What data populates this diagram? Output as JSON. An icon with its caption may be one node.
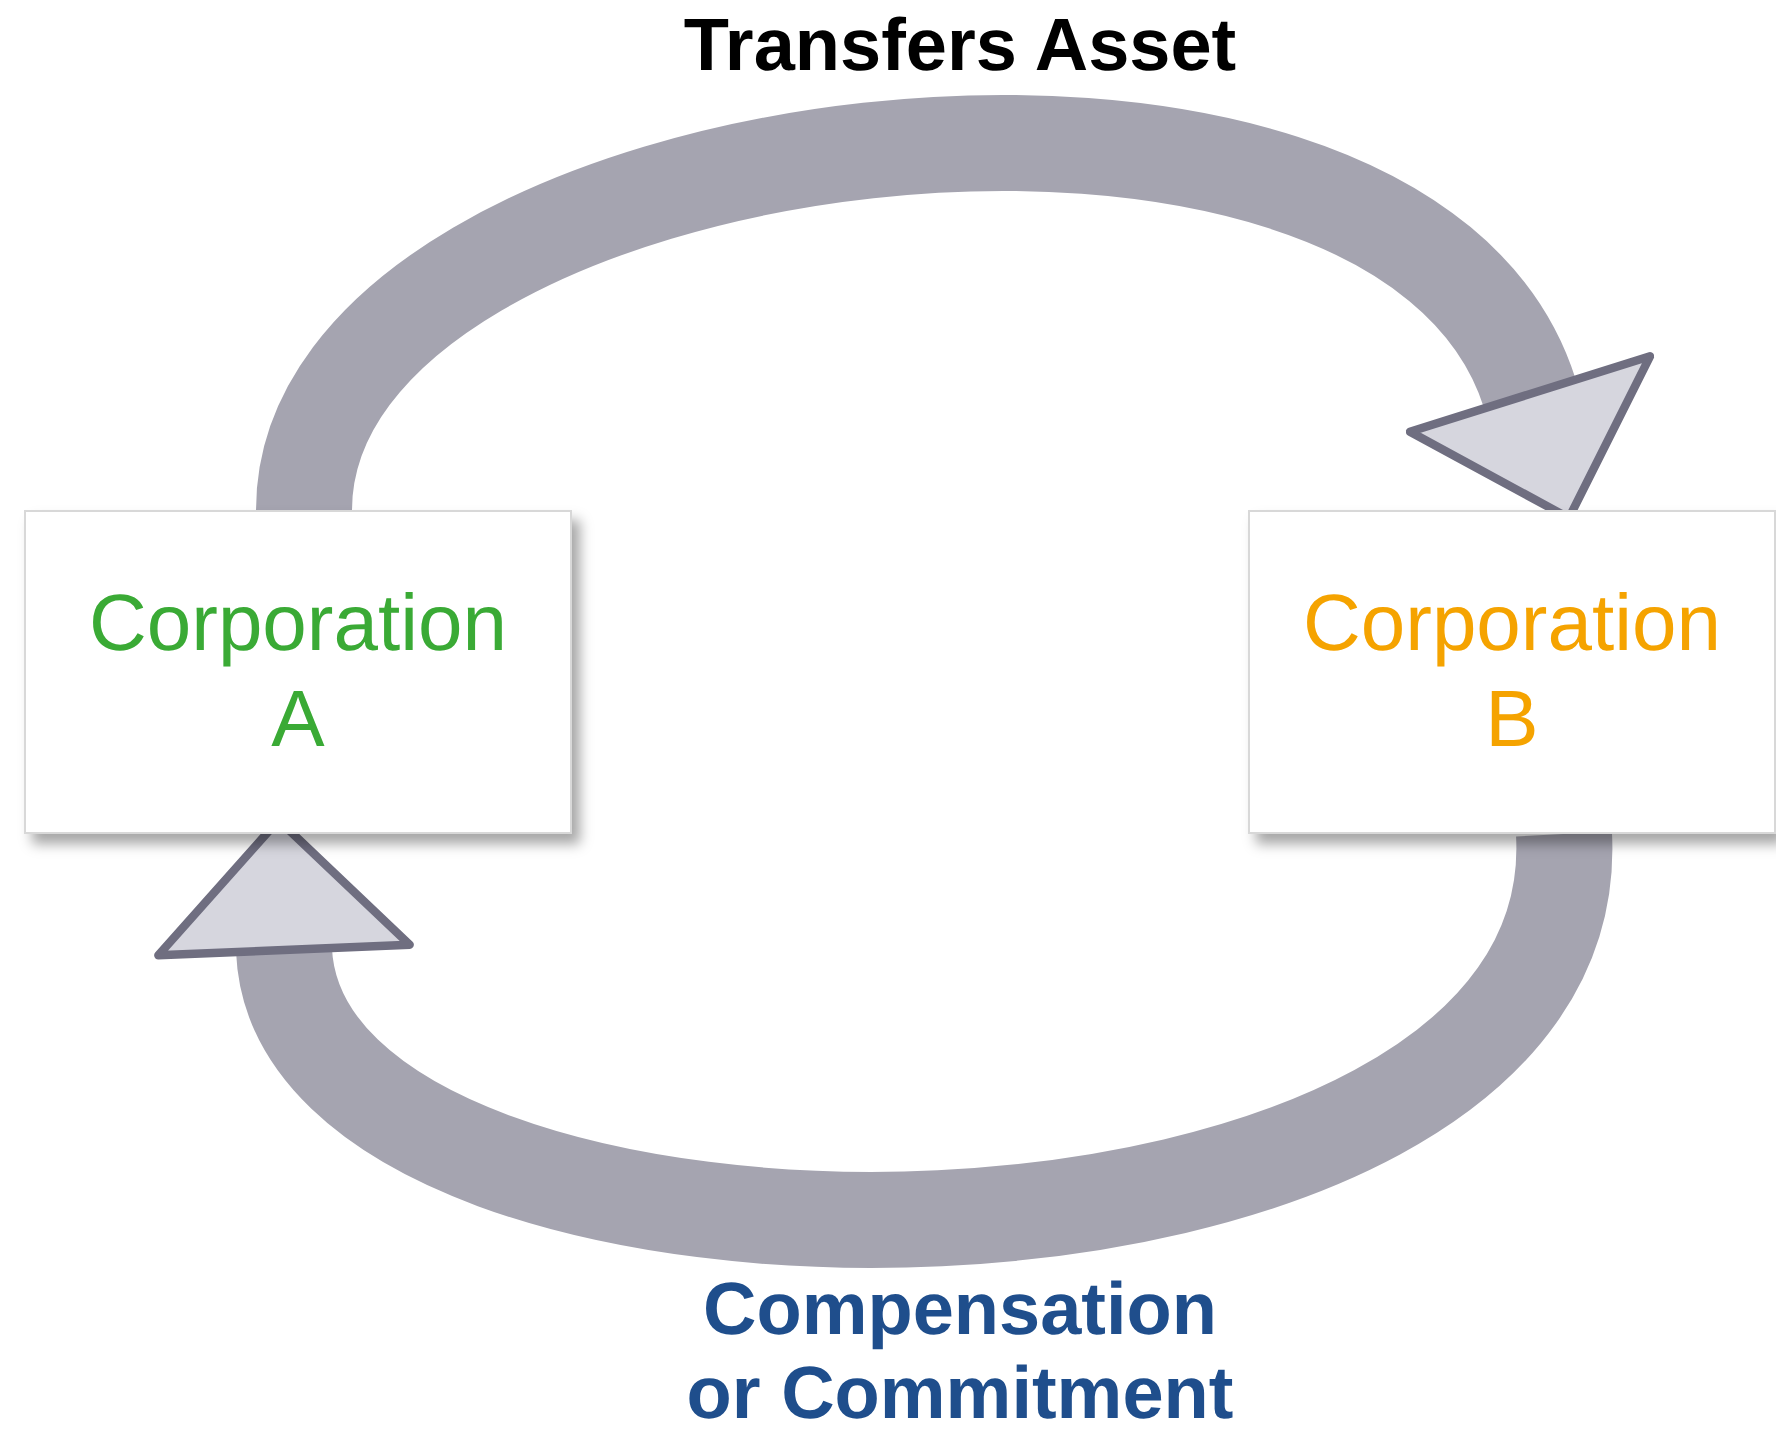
{
  "diagram": {
    "nodes": [
      {
        "text": [
          "Corporation A"
        ]
      },
      {
        "text": [
          "Corporation B"
        ]
      }
    ],
    "edges": [
      {
        "from": 0,
        "to": 1,
        "arrow": "to",
        "label": "Transfers Asset"
      },
      {
        "from": 1,
        "to": 0,
        "arrow": "to",
        "label": "Compensation or Commitment"
      }
    ]
  }
}
